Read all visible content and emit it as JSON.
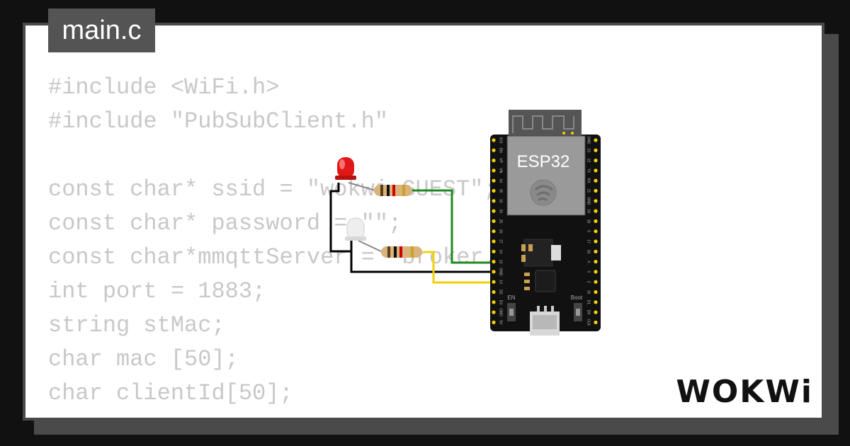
{
  "editor": {
    "tab_title": "main.c",
    "code_lines": [
      "#include <WiFi.h>",
      "#include \"PubSubClient.h\"",
      "",
      "const char* ssid = \"wokwi-GUEST\";",
      "const char* password = \"\";",
      "const char*mmqttServer = \"broker.e",
      "int port = 1883;",
      "string stMac;",
      "char mac [50];",
      "char clientId[50];"
    ]
  },
  "board": {
    "name": "ESP32",
    "left_pins": [
      "3V3",
      "EN",
      "VP",
      "VN",
      "34",
      "35",
      "32",
      "33",
      "25",
      "26",
      "27",
      "14",
      "12",
      "GND",
      "13",
      "D2",
      "D3",
      "CMD",
      "5V"
    ],
    "right_pins": [
      "GND",
      "23",
      "22",
      "TX",
      "RX",
      "21",
      "GND",
      "19",
      "18",
      "5",
      "17",
      "16",
      "4",
      "0",
      "2",
      "15",
      "D1",
      "D0",
      "CLK"
    ],
    "button_en": "EN",
    "button_boot": "Boot"
  },
  "components": {
    "led_1": "red",
    "led_2": "white",
    "wire_colors": {
      "green": "#1f8a1f",
      "black": "#000000",
      "yellow": "#f5d000"
    }
  },
  "logo": "WOKWi"
}
